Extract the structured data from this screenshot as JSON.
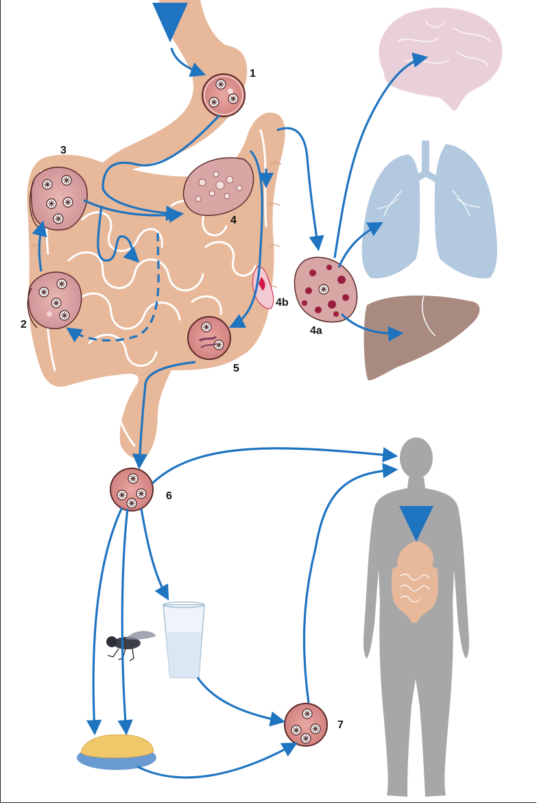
{
  "labels": {
    "l1": "1",
    "l2": "2",
    "l3": "3",
    "l4": "4",
    "l4a": "4a",
    "l4b": "4b",
    "l5": "5",
    "l6": "6",
    "l7": "7"
  },
  "colors": {
    "arrow": "#1f74c0",
    "entry_triangle": "#1f74c0",
    "intestine": "#e7b89a",
    "intestine_outline": "#ffffff",
    "cyst_fill": "#d98d8b",
    "cyst_outline": "#5a2a2a",
    "brain": "#e9cfd9",
    "lungs": "#b3c9e0",
    "liver": "#a88a80",
    "human_silhouette": "#a7a7a7",
    "water": "#dbe8f3",
    "food": "#f0c869",
    "plate": "#6a9bd0",
    "fly": "#3c3f48"
  },
  "icons": {
    "entry": "down-triangle-icon",
    "brain": "brain-icon",
    "lungs": "lungs-icon",
    "liver": "liver-icon",
    "human": "human-silhouette-icon",
    "fly": "fly-icon",
    "glass": "water-glass-icon",
    "food": "food-plate-icon"
  }
}
